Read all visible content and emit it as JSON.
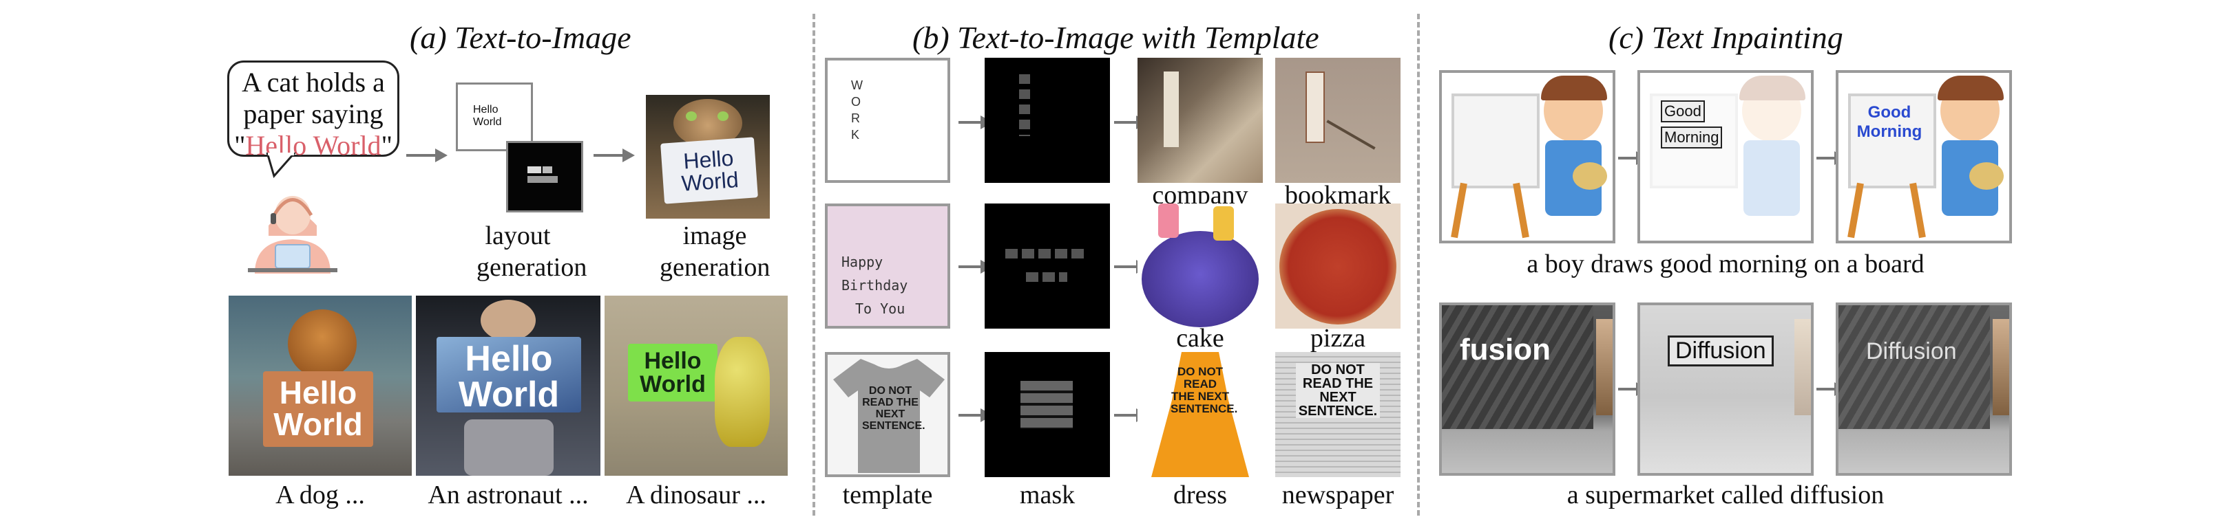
{
  "panels": {
    "a": {
      "title": "(a) Text-to-Image",
      "prompt_line1": "A cat holds a",
      "prompt_line2": "paper saying",
      "prompt_quote_open": "\"",
      "prompt_highlight": "Hello World",
      "prompt_quote_close": "\"",
      "layout_caption_1": "layout",
      "layout_caption_2": "generation",
      "image_caption_1": "image",
      "image_caption_2": "generation",
      "layout_box_text": "Hello World",
      "cat_sign_line1": "Hello",
      "cat_sign_line2": "World",
      "examples": [
        {
          "caption": "A dog ...",
          "sign_line1": "Hello",
          "sign_line2": "World"
        },
        {
          "caption": "An astronaut ...",
          "sign_line1": "Hello",
          "sign_line2": "World"
        },
        {
          "caption": "A dinosaur ...",
          "sign_line1": "Hello",
          "sign_line2": "World"
        }
      ]
    },
    "b": {
      "title": "(b) Text-to-Image with Template",
      "row1": {
        "template_text": "WORK",
        "outputs": [
          "company",
          "bookmark"
        ]
      },
      "row2": {
        "template_line1": "Happy Birthday",
        "template_line2": "To You",
        "outputs": [
          "cake",
          "pizza"
        ]
      },
      "row3": {
        "template_text": "DO NOT READ THE NEXT SENTENCE.",
        "outputs": [
          "dress",
          "newspaper"
        ]
      },
      "col_template_caption": "template",
      "col_mask_caption": "mask"
    },
    "c": {
      "title": "(c) Text Inpainting",
      "row1": {
        "caption": "a boy draws good morning on a board",
        "box_line1": "Good",
        "box_line2": "Morning",
        "result_line1": "Good",
        "result_line2": "Morning"
      },
      "row2": {
        "caption": "a supermarket called diffusion",
        "original_sign": "fusion",
        "box_text": "Diffusion",
        "result_sign": "Diffusion"
      }
    }
  },
  "colors": {
    "highlight": "#d9606a",
    "divider": "#a9a9a9",
    "arrow": "#777777",
    "frame": "#9a9a9a"
  }
}
